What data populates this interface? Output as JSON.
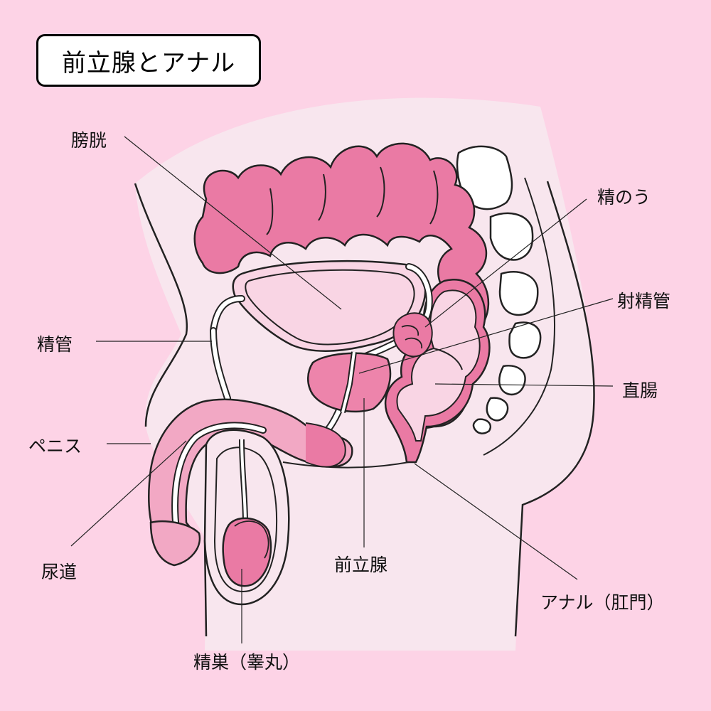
{
  "title": "前立腺とアナル",
  "labels": {
    "bladder": "膀胱",
    "seminal_vesicle": "精のう",
    "ejaculatory_duct": "射精管",
    "vas_deferens": "精管",
    "rectum": "直腸",
    "penis": "ペニス",
    "urethra": "尿道",
    "prostate": "前立腺",
    "anus": "アナル（肛門）",
    "testis": "精巣（睾丸）"
  },
  "colors": {
    "background": "#fdd3e6",
    "body": "#f8e6ee",
    "intestine": "#ea7aa4",
    "organ_light": "#f9d5e4",
    "penis": "#f2a8c4",
    "prostate": "#ed84ab",
    "outline": "#222222"
  }
}
